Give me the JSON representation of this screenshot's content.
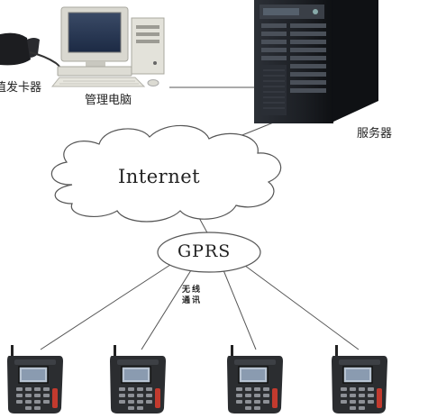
{
  "labels": {
    "card_issuer": "值发卡器",
    "management_pc": "管理电脑",
    "server": "服务器",
    "internet": "Internet",
    "gprs": "GPRS",
    "wireless": "无线通讯"
  },
  "icons": {
    "card_issuer": "card-reader-icon",
    "management_pc": "desktop-computer-icon",
    "server": "server-tower-icon",
    "internet": "cloud-icon",
    "gprs": "gprs-ellipse-icon",
    "terminal": "pos-terminal-icon"
  },
  "colors": {
    "line": "#555555",
    "server_body": "#1e2126",
    "terminal_body": "#2b2d30",
    "screen": "#8a9bb0"
  }
}
